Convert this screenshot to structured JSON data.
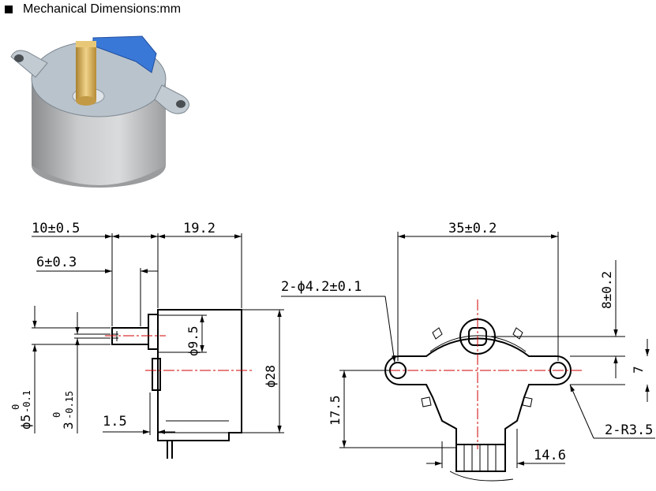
{
  "header": {
    "title": "Mechanical Dimensions:mm"
  },
  "photo": {
    "icon": "stepper-motor-photo-icon"
  },
  "side_view": {
    "dims": {
      "d10": "10±0.5",
      "d19": "19.2",
      "d6": "6±0.3",
      "d95": "ϕ9.5",
      "d28": "ϕ28",
      "d15": "1.5",
      "d5": "ϕ5",
      "d5tol_top": "0",
      "d5tol_bot": "-0.1",
      "d3": "3",
      "d3tol_top": "0",
      "d3tol_bot": "-0.15"
    }
  },
  "front_view": {
    "dims": {
      "d35": "35±0.2",
      "d42": "2-ϕ4.2±0.1",
      "d8": "8±0.2",
      "d7": "7",
      "d175": "17.5",
      "d35r": "2-R3.5",
      "d146": "14.6"
    }
  },
  "colors": {
    "centerline": "#d00000",
    "tab": "#3a78d8",
    "shaft": "#d4a84a"
  }
}
